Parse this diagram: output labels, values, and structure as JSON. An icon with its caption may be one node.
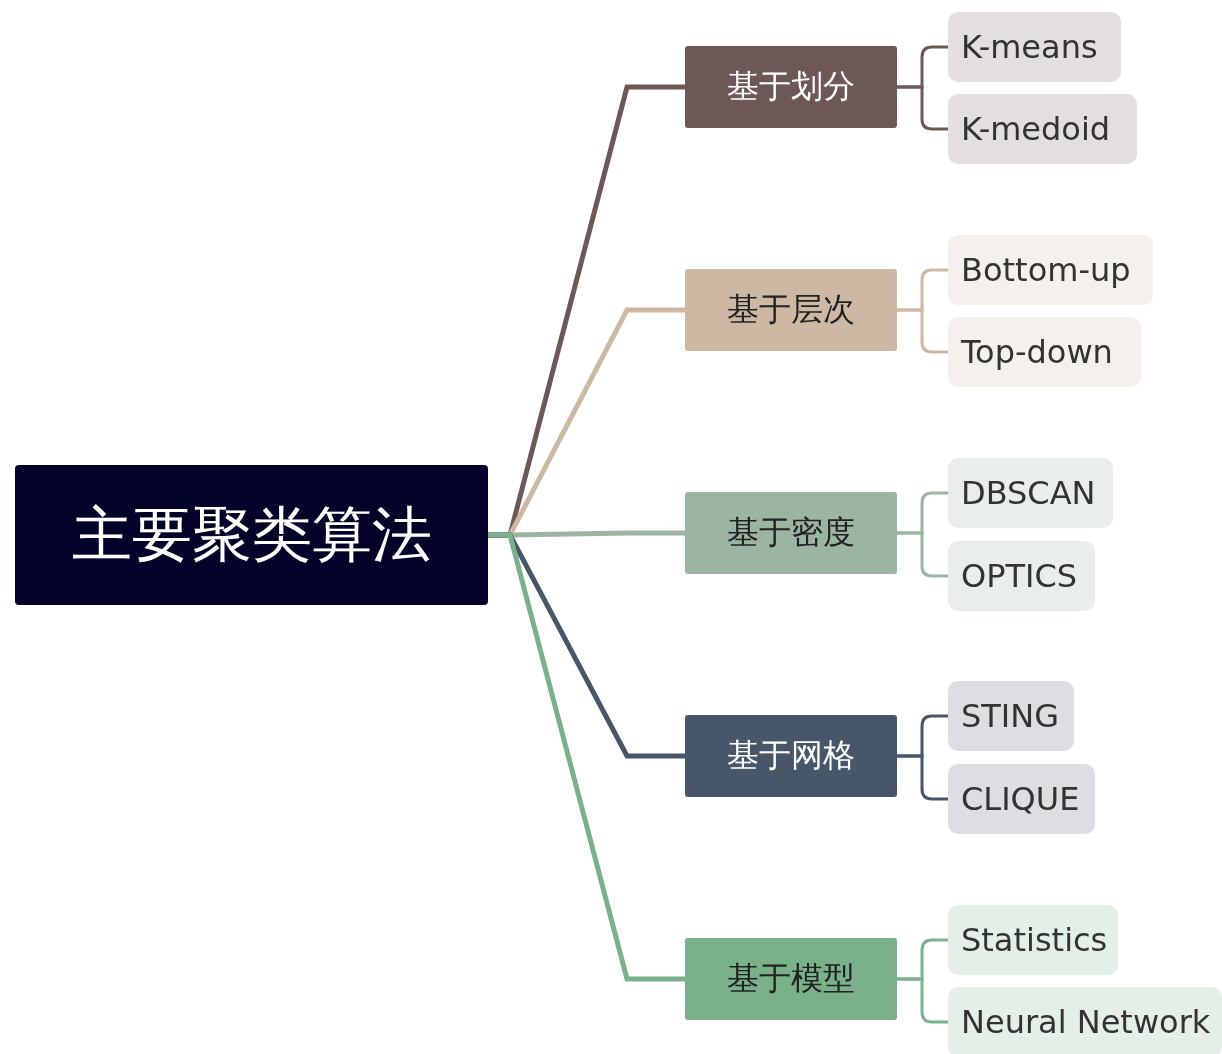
{
  "diagram": {
    "nodes": [
      {
        "text": [
          "主要聚类算法"
        ]
      },
      {
        "text": [
          "基于划分"
        ]
      },
      {
        "text": [
          "K-means"
        ]
      },
      {
        "text": [
          "K-medoid"
        ]
      },
      {
        "text": [
          "基于层次"
        ]
      },
      {
        "text": [
          "Bottom-up"
        ]
      },
      {
        "text": [
          "Top-down"
        ]
      },
      {
        "text": [
          "基于密度"
        ]
      },
      {
        "text": [
          "DBSCAN"
        ]
      },
      {
        "text": [
          "OPTICS"
        ]
      },
      {
        "text": [
          "基于网格"
        ]
      },
      {
        "text": [
          "STING"
        ]
      },
      {
        "text": [
          "CLIQUE"
        ]
      },
      {
        "text": [
          "基于模型"
        ]
      },
      {
        "text": [
          "Statistics"
        ]
      },
      {
        "text": [
          "Neural Network"
        ]
      }
    ],
    "edges": [
      {
        "from": 0,
        "to": 1,
        "arrow": "none",
        "color": "#6e5757"
      },
      {
        "from": 1,
        "to": 2,
        "arrow": "none",
        "color": "#6e5757"
      },
      {
        "from": 1,
        "to": 3,
        "arrow": "none",
        "color": "#6e5757"
      },
      {
        "from": 0,
        "to": 4,
        "arrow": "none",
        "color": "#cdb9a3"
      },
      {
        "from": 4,
        "to": 5,
        "arrow": "none",
        "color": "#cdb9a3"
      },
      {
        "from": 4,
        "to": 6,
        "arrow": "none",
        "color": "#cdb9a3"
      },
      {
        "from": 0,
        "to": 7,
        "arrow": "none",
        "color": "#9cb5a3"
      },
      {
        "from": 7,
        "to": 8,
        "arrow": "none",
        "color": "#9cb5a3"
      },
      {
        "from": 7,
        "to": 9,
        "arrow": "none",
        "color": "#9cb5a3"
      },
      {
        "from": 0,
        "to": 10,
        "arrow": "none",
        "color": "#48566a"
      },
      {
        "from": 10,
        "to": 11,
        "arrow": "none",
        "color": "#48566a"
      },
      {
        "from": 10,
        "to": 12,
        "arrow": "none",
        "color": "#48566a"
      },
      {
        "from": 0,
        "to": 13,
        "arrow": "none",
        "color": "#7ab08a"
      },
      {
        "from": 13,
        "to": 14,
        "arrow": "none",
        "color": "#7ab08a"
      },
      {
        "from": 13,
        "to": 15,
        "arrow": "none",
        "color": "#7ab08a"
      }
    ]
  }
}
